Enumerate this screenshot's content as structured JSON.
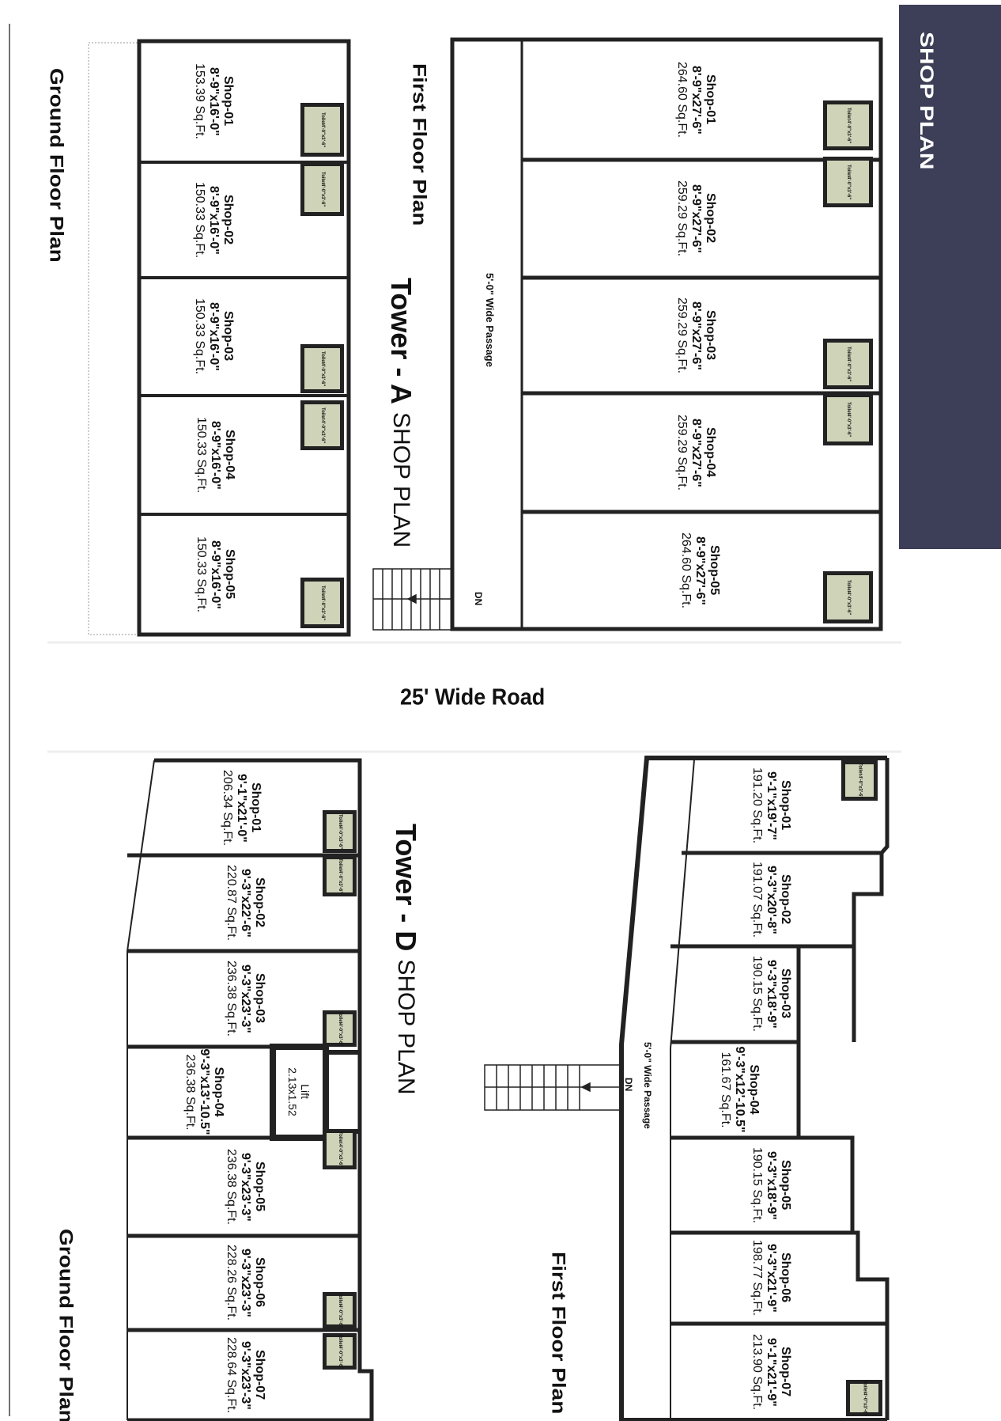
{
  "banner": {
    "title": "SHOP PLAN",
    "color": "#3d3e57"
  },
  "road_label": "25' Wide Road",
  "toilet": {
    "label": "Toilet",
    "size": "4'-0\"x3'-6\""
  },
  "tower_a": {
    "title_bold": "Tower - A",
    "title_rest": "SHOP PLAN",
    "first_floor": {
      "label": "First Floor Plan",
      "passage": "5'-0\" Wide Passage",
      "stair": "DN",
      "shops": [
        {
          "name": "Shop-01",
          "size": "8'-9\"x27'-6\"",
          "area": "264.60 Sq.Ft."
        },
        {
          "name": "Shop-02",
          "size": "8'-9\"x27'-6\"",
          "area": "259.29 Sq.Ft."
        },
        {
          "name": "Shop-03",
          "size": "8'-9\"x27'-6\"",
          "area": "259.29 Sq.Ft."
        },
        {
          "name": "Shop-04",
          "size": "8'-9\"x27'-6\"",
          "area": "259.29 Sq.Ft."
        },
        {
          "name": "Shop-05",
          "size": "8'-9\"x27'-6\"",
          "area": "264.60 Sq.Ft."
        }
      ]
    },
    "ground_floor": {
      "label": "Ground Floor Plan",
      "shops": [
        {
          "name": "Shop-01",
          "size": "8'-9\"x16'-0\"",
          "area": "153.39 Sq.Ft."
        },
        {
          "name": "Shop-02",
          "size": "8'-9\"x16'-0\"",
          "area": "150.33 Sq.Ft."
        },
        {
          "name": "Shop-03",
          "size": "8'-9\"x16'-0\"",
          "area": "150.33 Sq.Ft."
        },
        {
          "name": "Shop-04",
          "size": "8'-9\"x16'-0\"",
          "area": "150.33 Sq.Ft."
        },
        {
          "name": "Shop-05",
          "size": "8'-9\"x16'-0\"",
          "area": "150.33 Sq.Ft."
        }
      ]
    }
  },
  "tower_d": {
    "title_bold": "Tower - D",
    "title_rest": "SHOP PLAN",
    "first_floor": {
      "label": "First Floor Plan",
      "passage": "5'-0\" Wide Passage",
      "stair": "DN",
      "shops": [
        {
          "name": "Shop-01",
          "size": "9'-1\"x19'-7\"",
          "area": "191.20 Sq.Ft."
        },
        {
          "name": "Shop-02",
          "size": "9'-3\"x20'-8\"",
          "area": "191.07 Sq.Ft."
        },
        {
          "name": "Shop-03",
          "size": "9'-3\"x18'-9\"",
          "area": "190.15 Sq.Ft."
        },
        {
          "name": "Shop-04",
          "size": "9'-3\"x12'-10.5\"",
          "area": "161.67 Sq.Ft."
        },
        {
          "name": "Shop-05",
          "size": "9'-3\"x18'-9\"",
          "area": "190.15 Sq.Ft."
        },
        {
          "name": "Shop-06",
          "size": "9'-3\"x21'-9\"",
          "area": "198.77 Sq.Ft."
        },
        {
          "name": "Shop-07",
          "size": "9'-1\"x21'-9\"",
          "area": "213.90 Sq.Ft."
        }
      ]
    },
    "ground_floor": {
      "label": "Ground Floor Plan",
      "lift": {
        "label": "Lift",
        "size": "2.13x1.52"
      },
      "shops": [
        {
          "name": "Shop-01",
          "size": "9'-1\"x21'-0\"",
          "area": "206.34 Sq.Ft."
        },
        {
          "name": "Shop-02",
          "size": "9'-3\"x22'-6\"",
          "area": "220.87 Sq.Ft."
        },
        {
          "name": "Shop-03",
          "size": "9'-3\"x23'-3\"",
          "area": "236.38 Sq.Ft."
        },
        {
          "name": "Shop-04",
          "size": "9'-3\"x13'-10.5\"",
          "area": "236.38 Sq.Ft."
        },
        {
          "name": "Shop-05",
          "size": "9'-3\"x23'-3\"",
          "area": "236.38 Sq.Ft."
        },
        {
          "name": "Shop-06",
          "size": "9'-3\"x23'-3\"",
          "area": "228.26 Sq.Ft."
        },
        {
          "name": "Shop-07",
          "size": "9'-3\"x23'-3\"",
          "area": "228.64 Sq.Ft."
        }
      ]
    }
  }
}
